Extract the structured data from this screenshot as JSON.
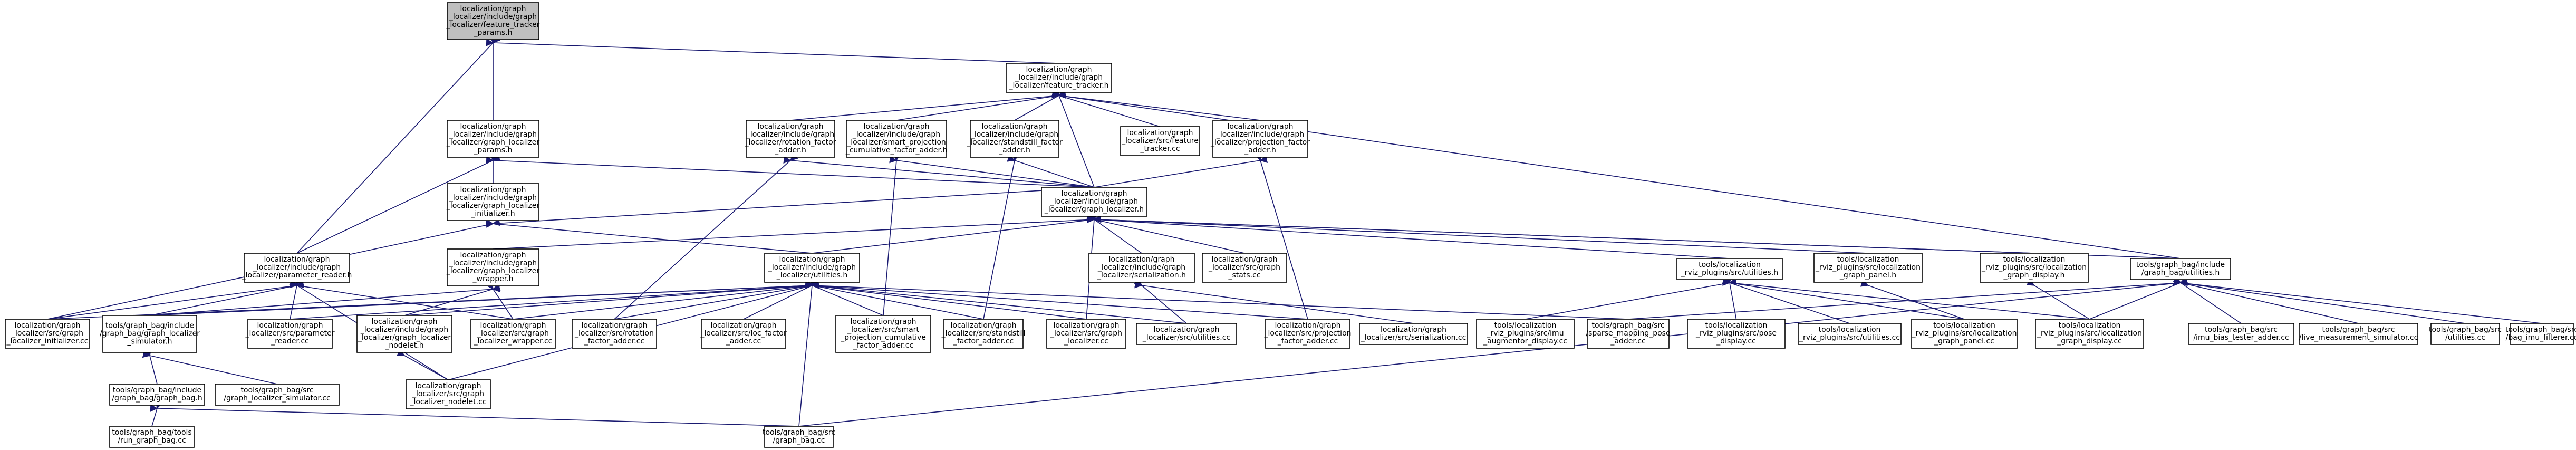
{
  "diagram": {
    "type": "include-dependency-graph",
    "colors": {
      "edge": "#191970",
      "node_border": "#000000",
      "root_fill": "#bfbfbf",
      "node_fill": "#ffffff"
    },
    "nodes": [
      {
        "id": "params_ft",
        "lines": [
          "localization/graph",
          "_localizer/include/graph",
          "_localizer/feature_tracker",
          "_params.h"
        ],
        "root": true
      },
      {
        "id": "feature_tracker_h",
        "lines": [
          "localization/graph",
          "_localizer/include/graph",
          "_localizer/feature_tracker.h"
        ]
      },
      {
        "id": "gl_params",
        "lines": [
          "localization/graph",
          "_localizer/include/graph",
          "_localizer/graph_localizer",
          "_params.h"
        ]
      },
      {
        "id": "rotation_factor_adder_h",
        "lines": [
          "localization/graph",
          "_localizer/include/graph",
          "_localizer/rotation_factor",
          "_adder.h"
        ]
      },
      {
        "id": "smart_projection_h",
        "lines": [
          "localization/graph",
          "_localizer/include/graph",
          "_localizer/smart_projection",
          "_cumulative_factor_adder.h"
        ]
      },
      {
        "id": "standstill_h",
        "lines": [
          "localization/graph",
          "_localizer/include/graph",
          "_localizer/standstill_factor",
          "_adder.h"
        ]
      },
      {
        "id": "feature_tracker_cc",
        "lines": [
          "localization/graph",
          "_localizer/src/feature",
          "_tracker.cc"
        ]
      },
      {
        "id": "projection_h",
        "lines": [
          "localization/graph",
          "_localizer/include/graph",
          "_localizer/projection_factor",
          "_adder.h"
        ]
      },
      {
        "id": "gl_initializer_h",
        "lines": [
          "localization/graph",
          "_localizer/include/graph",
          "_localizer/graph_localizer",
          "_initializer.h"
        ]
      },
      {
        "id": "graph_localizer_h",
        "lines": [
          "localization/graph",
          "_localizer/include/graph",
          "_localizer/graph_localizer.h"
        ]
      },
      {
        "id": "param_reader_h",
        "lines": [
          "localization/graph",
          "_localizer/include/graph",
          "_localizer/parameter_reader.h"
        ]
      },
      {
        "id": "wrapper_h",
        "lines": [
          "localization/graph",
          "_localizer/include/graph",
          "_localizer/graph_localizer",
          "_wrapper.h"
        ]
      },
      {
        "id": "utilities_h",
        "lines": [
          "localization/graph",
          "_localizer/include/graph",
          "_localizer/utilities.h"
        ]
      },
      {
        "id": "serialization_h",
        "lines": [
          "localization/graph",
          "_localizer/include/graph",
          "_localizer/serialization.h"
        ]
      },
      {
        "id": "stats_cc",
        "lines": [
          "localization/graph",
          "_localizer/src/graph",
          "_stats.cc"
        ]
      },
      {
        "id": "rviz_utilities_h",
        "lines": [
          "tools/localization",
          "_rviz_plugins/src/utilities.h"
        ]
      },
      {
        "id": "rviz_panel_h",
        "lines": [
          "tools/localization",
          "_rviz_plugins/src/localization",
          "_graph_panel.h"
        ]
      },
      {
        "id": "rviz_display_h",
        "lines": [
          "tools/localization",
          "_rviz_plugins/src/localization",
          "_graph_display.h"
        ]
      },
      {
        "id": "bag_utilities_h",
        "lines": [
          "tools/graph_bag/include",
          "/graph_bag/utilities.h"
        ]
      },
      {
        "id": "initializer_cc",
        "lines": [
          "localization/graph",
          "_localizer/src/graph",
          "_localizer_initializer.cc"
        ]
      },
      {
        "id": "simulator_h",
        "lines": [
          "tools/graph_bag/include",
          "/graph_bag/graph_localizer",
          "_simulator.h"
        ]
      },
      {
        "id": "param_reader_cc",
        "lines": [
          "localization/graph",
          "_localizer/src/parameter",
          "_reader.cc"
        ]
      },
      {
        "id": "gl_nodelet_h",
        "lines": [
          "localization/graph",
          "_localizer/include/graph",
          "_localizer/graph_localizer",
          "_nodelet.h"
        ]
      },
      {
        "id": "wrapper_cc",
        "lines": [
          "localization/graph",
          "_localizer/src/graph",
          "_localizer_wrapper.cc"
        ]
      },
      {
        "id": "rotation_cc",
        "lines": [
          "localization/graph",
          "_localizer/src/rotation",
          "_factor_adder.cc"
        ]
      },
      {
        "id": "loc_factor_cc",
        "lines": [
          "localization/graph",
          "_localizer/src/loc_factor",
          "_adder.cc"
        ]
      },
      {
        "id": "smart_cc",
        "lines": [
          "localization/graph",
          "_localizer/src/smart",
          "_projection_cumulative",
          "_factor_adder.cc"
        ]
      },
      {
        "id": "standstill_cc",
        "lines": [
          "localization/graph",
          "_localizer/src/standstill",
          "_factor_adder.cc"
        ]
      },
      {
        "id": "gl_cc",
        "lines": [
          "localization/graph",
          "_localizer/src/graph",
          "_localizer.cc"
        ]
      },
      {
        "id": "utilities_cc",
        "lines": [
          "localization/graph",
          "_localizer/src/utilities.cc"
        ]
      },
      {
        "id": "projection_cc",
        "lines": [
          "localization/graph",
          "_localizer/src/projection",
          "_factor_adder.cc"
        ]
      },
      {
        "id": "serialization_cc",
        "lines": [
          "localization/graph",
          "_localizer/src/serialization.cc"
        ]
      },
      {
        "id": "imu_aug_cc",
        "lines": [
          "tools/localization",
          "_rviz_plugins/src/imu",
          "_augmentor_display.cc"
        ]
      },
      {
        "id": "sparse_cc",
        "lines": [
          "tools/graph_bag/src",
          "/sparse_mapping_pose",
          "_adder.cc"
        ]
      },
      {
        "id": "pose_display_cc",
        "lines": [
          "tools/localization",
          "_rviz_plugins/src/pose",
          "_display.cc"
        ]
      },
      {
        "id": "rviz_utilities_cc",
        "lines": [
          "tools/localization",
          "_rviz_plugins/src/utilities.cc"
        ]
      },
      {
        "id": "panel_cc",
        "lines": [
          "tools/localization",
          "_rviz_plugins/src/localization",
          "_graph_panel.cc"
        ]
      },
      {
        "id": "display_cc",
        "lines": [
          "tools/localization",
          "_rviz_plugins/src/localization",
          "_graph_display.cc"
        ]
      },
      {
        "id": "imu_bias_cc",
        "lines": [
          "tools/graph_bag/src",
          "/imu_bias_tester_adder.cc"
        ]
      },
      {
        "id": "live_cc",
        "lines": [
          "tools/graph_bag/src",
          "/live_measurement_simulator.cc"
        ]
      },
      {
        "id": "bag_utilities_cc",
        "lines": [
          "tools/graph_bag/src",
          "/utilities.cc"
        ]
      },
      {
        "id": "bag_imu_filter_cc",
        "lines": [
          "tools/graph_bag/src",
          "/bag_imu_filterer.cc"
        ]
      },
      {
        "id": "simulator_cc",
        "lines": [
          "tools/graph_bag/src",
          "/graph_localizer_simulator.cc"
        ]
      },
      {
        "id": "nodelet_cc",
        "lines": [
          "localization/graph",
          "_localizer/src/graph",
          "_localizer_nodelet.cc"
        ]
      },
      {
        "id": "graph_bag_h",
        "lines": [
          "tools/graph_bag/include",
          "/graph_bag/graph_bag.h"
        ]
      },
      {
        "id": "run_graph_bag_cc",
        "lines": [
          "tools/graph_bag/tools",
          "/run_graph_bag.cc"
        ]
      },
      {
        "id": "graph_bag_cc",
        "lines": [
          "tools/graph_bag/src",
          "/graph_bag.cc"
        ]
      }
    ]
  }
}
